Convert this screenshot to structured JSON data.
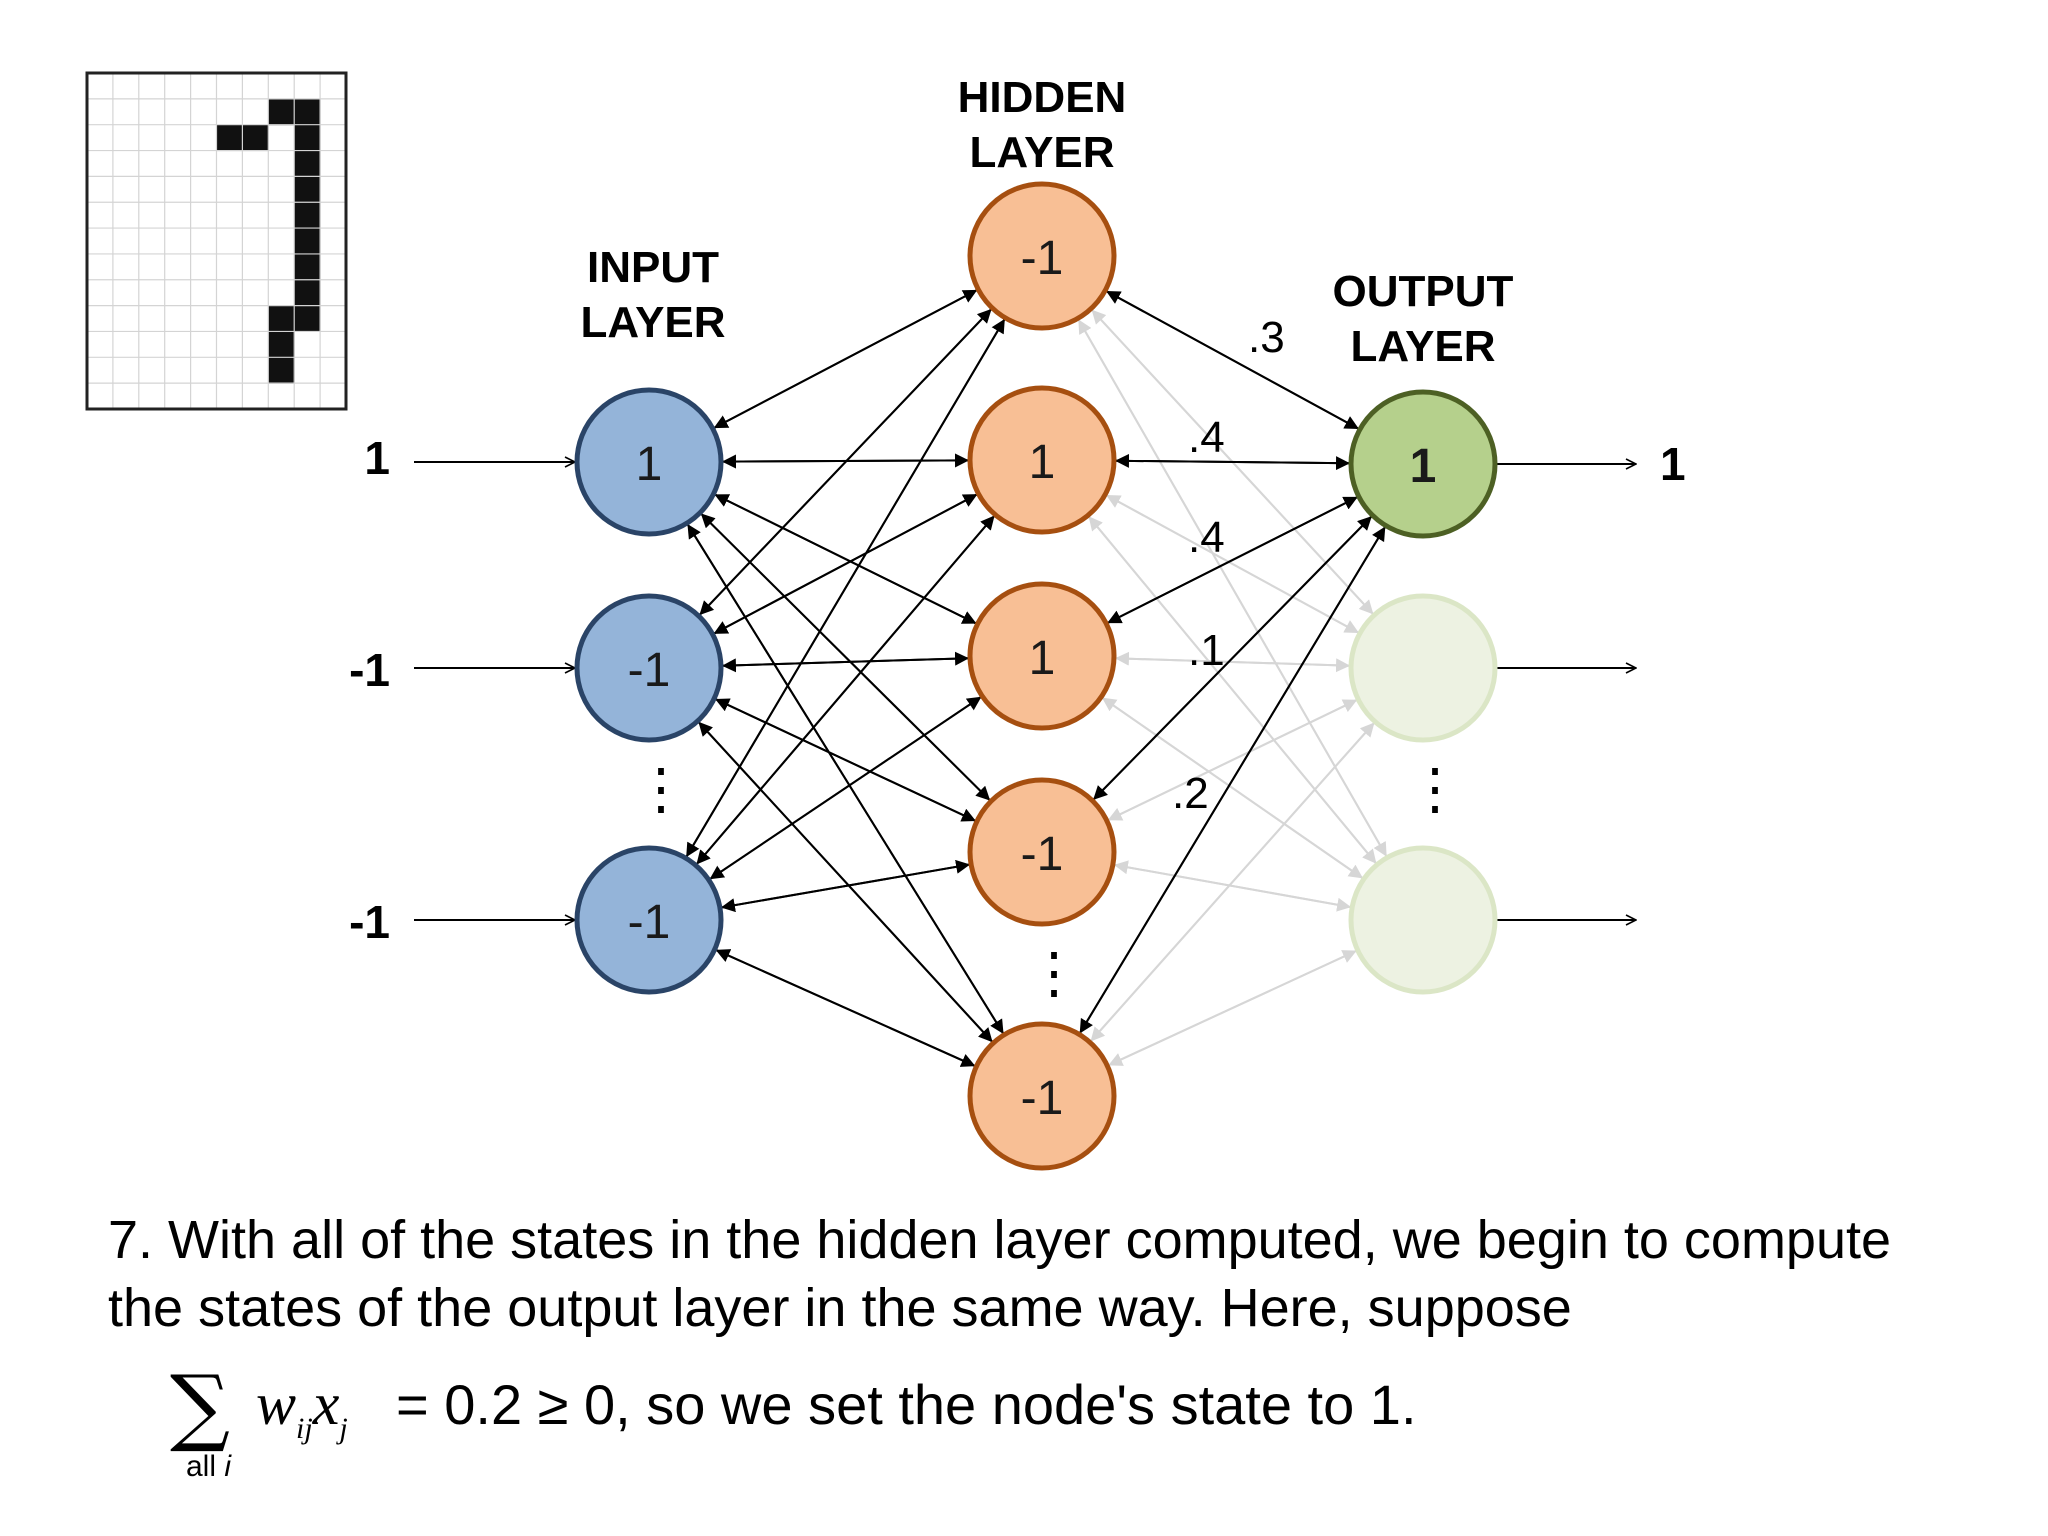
{
  "titles": {
    "input_line1": "INPUT",
    "input_line2": "LAYER",
    "hidden_line1": "HIDDEN",
    "hidden_line2": "LAYER",
    "output_line1": "OUTPUT",
    "output_line2": "LAYER"
  },
  "inputs": [
    "1",
    "-1",
    "-1"
  ],
  "input_nodes": [
    "1",
    "-1",
    "-1"
  ],
  "hidden_nodes": [
    "-1",
    "1",
    "1",
    "-1",
    "-1"
  ],
  "output_nodes": [
    "1",
    "",
    ""
  ],
  "outputs": [
    "1",
    "",
    ""
  ],
  "weights": [
    ".3",
    ".4",
    ".4",
    ".1",
    ".2"
  ],
  "ellipsis": "⋮",
  "digit_grid": {
    "rows": 13,
    "cols": 10,
    "filled_cells": [
      [
        1,
        7
      ],
      [
        1,
        8
      ],
      [
        2,
        5
      ],
      [
        2,
        6
      ],
      [
        2,
        8
      ],
      [
        3,
        8
      ],
      [
        4,
        8
      ],
      [
        5,
        8
      ],
      [
        6,
        8
      ],
      [
        7,
        8
      ],
      [
        8,
        8
      ],
      [
        9,
        7
      ],
      [
        9,
        8
      ],
      [
        10,
        7
      ],
      [
        11,
        7
      ]
    ]
  },
  "caption": {
    "line1": "7. With all of the states in the hidden layer computed, we begin to compute",
    "line2": "the states of the output layer in the same way. Here, suppose",
    "formula_sigma": "∑",
    "formula_sub": "all",
    "formula_sub_var": "i",
    "formula_w": "w",
    "formula_w_sub": "ij",
    "formula_x": "x",
    "formula_x_sub": "j",
    "formula_rest": " = 0.2 ≥ 0, so we set the node's state to 1."
  },
  "colors": {
    "input_fill": "#94b4d9",
    "input_stroke": "#2a4467",
    "hidden_fill": "#f8bf95",
    "hidden_stroke": "#a64f10",
    "output_fill": "#b5d08c",
    "output_stroke": "#4d6024",
    "output_faded_fill": "#edf2e2",
    "output_faded_stroke": "#dbe6c6",
    "faded_line": "#d6d6d6"
  }
}
